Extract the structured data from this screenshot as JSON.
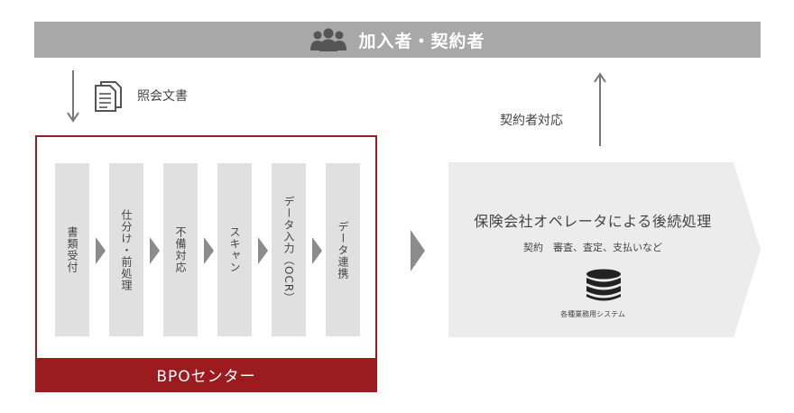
{
  "header": {
    "title": "加入者・契約者",
    "icon": "people-icon"
  },
  "flow": {
    "inquiry_label": "照会文書",
    "contractor_label": "契約者対応"
  },
  "bpo": {
    "footer_label": "BPOセンター",
    "steps": [
      {
        "label": "書類受付"
      },
      {
        "label": "仕分け・前処理"
      },
      {
        "label": "不備対応"
      },
      {
        "label": "スキャン"
      },
      {
        "label": "データ入力（OCR）"
      },
      {
        "label": "データ連携"
      }
    ]
  },
  "insurer": {
    "title": "保険会社オペレータによる後続処理",
    "tasks": "契約　審査、査定、支払いなど",
    "systems_label": "各種業務用システム",
    "icon": "database-icon"
  },
  "colors": {
    "accent_red": "#9b1b1e",
    "banner_gray": "#a8a8a8",
    "step_gray": "#e0e0e0",
    "panel_gray": "#ececec",
    "chevron_gray": "#8c8c8c"
  }
}
